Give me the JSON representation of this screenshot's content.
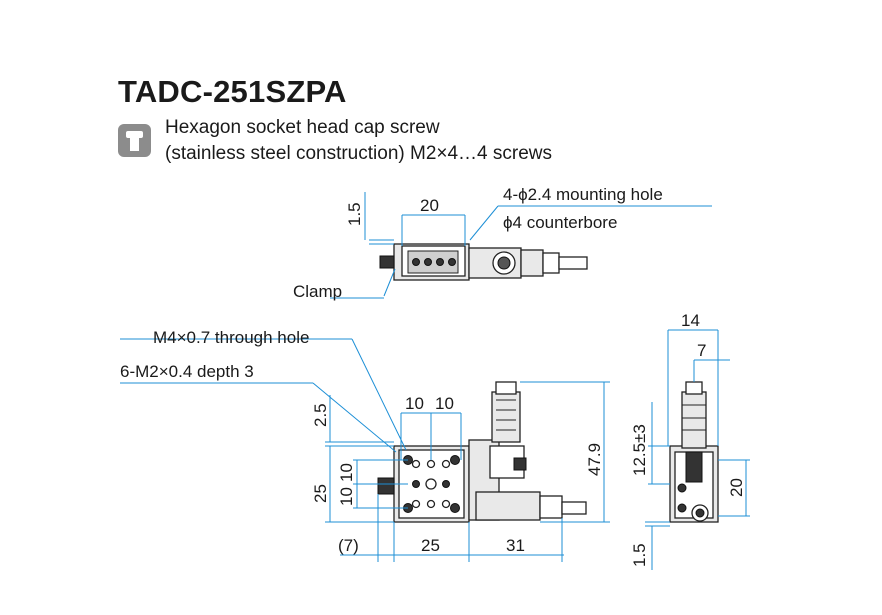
{
  "title": "TADC-251SZPA",
  "note": {
    "icon": "screw-icon",
    "line1": "Hexagon socket head cap screw",
    "line2": "(stainless steel construction) M2×4…4 screws"
  },
  "top_view": {
    "dim_1_5": "1.5",
    "dim_20": "20",
    "mounting_hole": "4-ϕ2.4 mounting hole",
    "counterbore": "ϕ4 counterbore",
    "clamp": "Clamp"
  },
  "front_view": {
    "through_hole": "M4×0.7 through hole",
    "tapped_holes": "6-M2×0.4 depth 3",
    "dim_2_5": "2.5",
    "dim_10a": "10",
    "dim_10b": "10",
    "dim_10c": "10",
    "dim_10d": "10",
    "dim_25_v": "25",
    "dim_47_9": "47.9",
    "dim_7_paren": "(7)",
    "dim_25_h": "25",
    "dim_31": "31"
  },
  "side_view": {
    "dim_14": "14",
    "dim_7": "7",
    "dim_12_5": "12.5±3",
    "dim_20": "20",
    "dim_1_5": "1.5"
  },
  "colors": {
    "dimension_line": "#1d8fd6",
    "outline": "#222222",
    "note_icon_bg": "#8c8c8c"
  }
}
